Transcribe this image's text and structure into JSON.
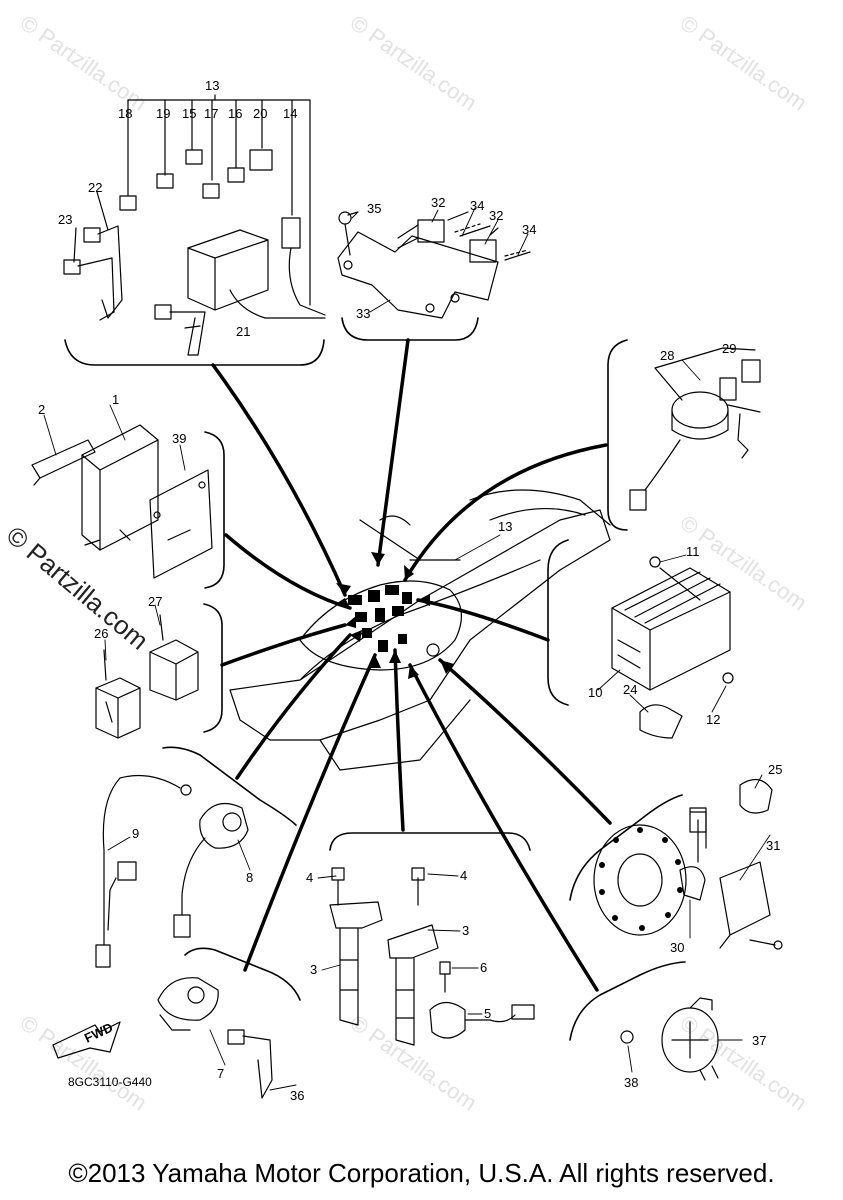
{
  "watermark": {
    "faint_text": "© Partzilla.com",
    "strong_text": "© Partzilla.com"
  },
  "footer": {
    "copyright": "©2013 Yamaha Motor Corporation, U.S.A. All rights reserved."
  },
  "diagram_code": "8GC3110-G440",
  "fwd_label": "FWD",
  "callouts": {
    "c1": "1",
    "c2": "2",
    "c3a": "3",
    "c3b": "3",
    "c4a": "4",
    "c4b": "4",
    "c5": "5",
    "c6": "6",
    "c7": "7",
    "c8": "8",
    "c9": "9",
    "c10": "10",
    "c11": "11",
    "c12": "12",
    "c13a": "13",
    "c13b": "13",
    "c14": "14",
    "c15": "15",
    "c16": "16",
    "c17": "17",
    "c18": "18",
    "c19": "19",
    "c20": "20",
    "c21": "21",
    "c22": "22",
    "c23": "23",
    "c24": "24",
    "c25": "25",
    "c26": "26",
    "c27": "27",
    "c28": "28",
    "c29": "29",
    "c30": "30",
    "c31": "31",
    "c32a": "32",
    "c32b": "32",
    "c33": "33",
    "c34a": "34",
    "c34b": "34",
    "c35": "35",
    "c36": "36",
    "c37": "37",
    "c38": "38",
    "c39": "39"
  }
}
